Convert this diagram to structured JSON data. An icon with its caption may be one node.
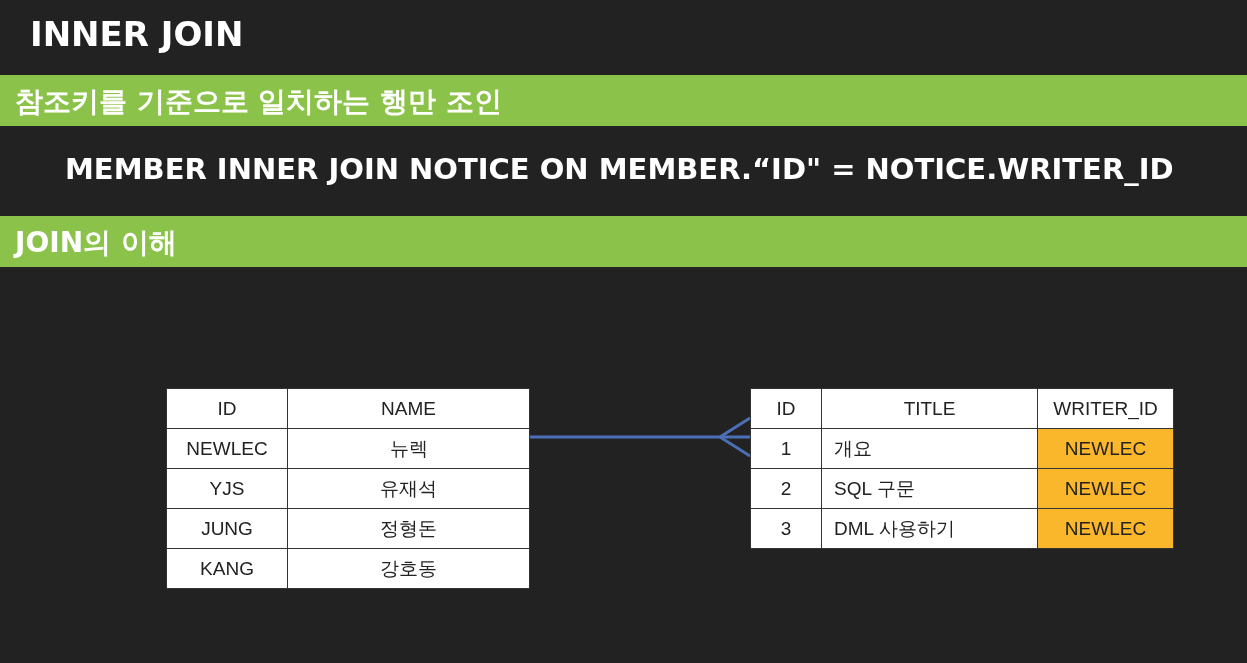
{
  "diagram": {
    "title": "INNER JOIN",
    "nodes": [
      {
        "text": [
          "참조키를 기준으로 일치하는 행만 조인"
        ]
      },
      {
        "text": [
          "JOIN의 이해"
        ]
      },
      {
        "text": [
          "ID",
          "NAME",
          "NEWLEC",
          "뉴렉",
          "YJS",
          "유재석",
          "JUNG",
          "정형돈",
          "KANG",
          "강호동"
        ]
      },
      {
        "text": [
          "ID",
          "TITLE",
          "WRITER_ID",
          "1",
          "개요",
          "NEWLEC",
          "2",
          "SQL 구문",
          "NEWLEC",
          "3",
          "DML 사용하기",
          "NEWLEC"
        ]
      }
    ],
    "edges": [
      {
        "from": 2,
        "to": 3,
        "arrow": "other",
        "color": "#4a6fb5"
      }
    ],
    "labels": [
      "MEMBER INNER JOIN NOTICE ON MEMBER.“ID\" = NOTICE.WRITER_ID"
    ]
  }
}
